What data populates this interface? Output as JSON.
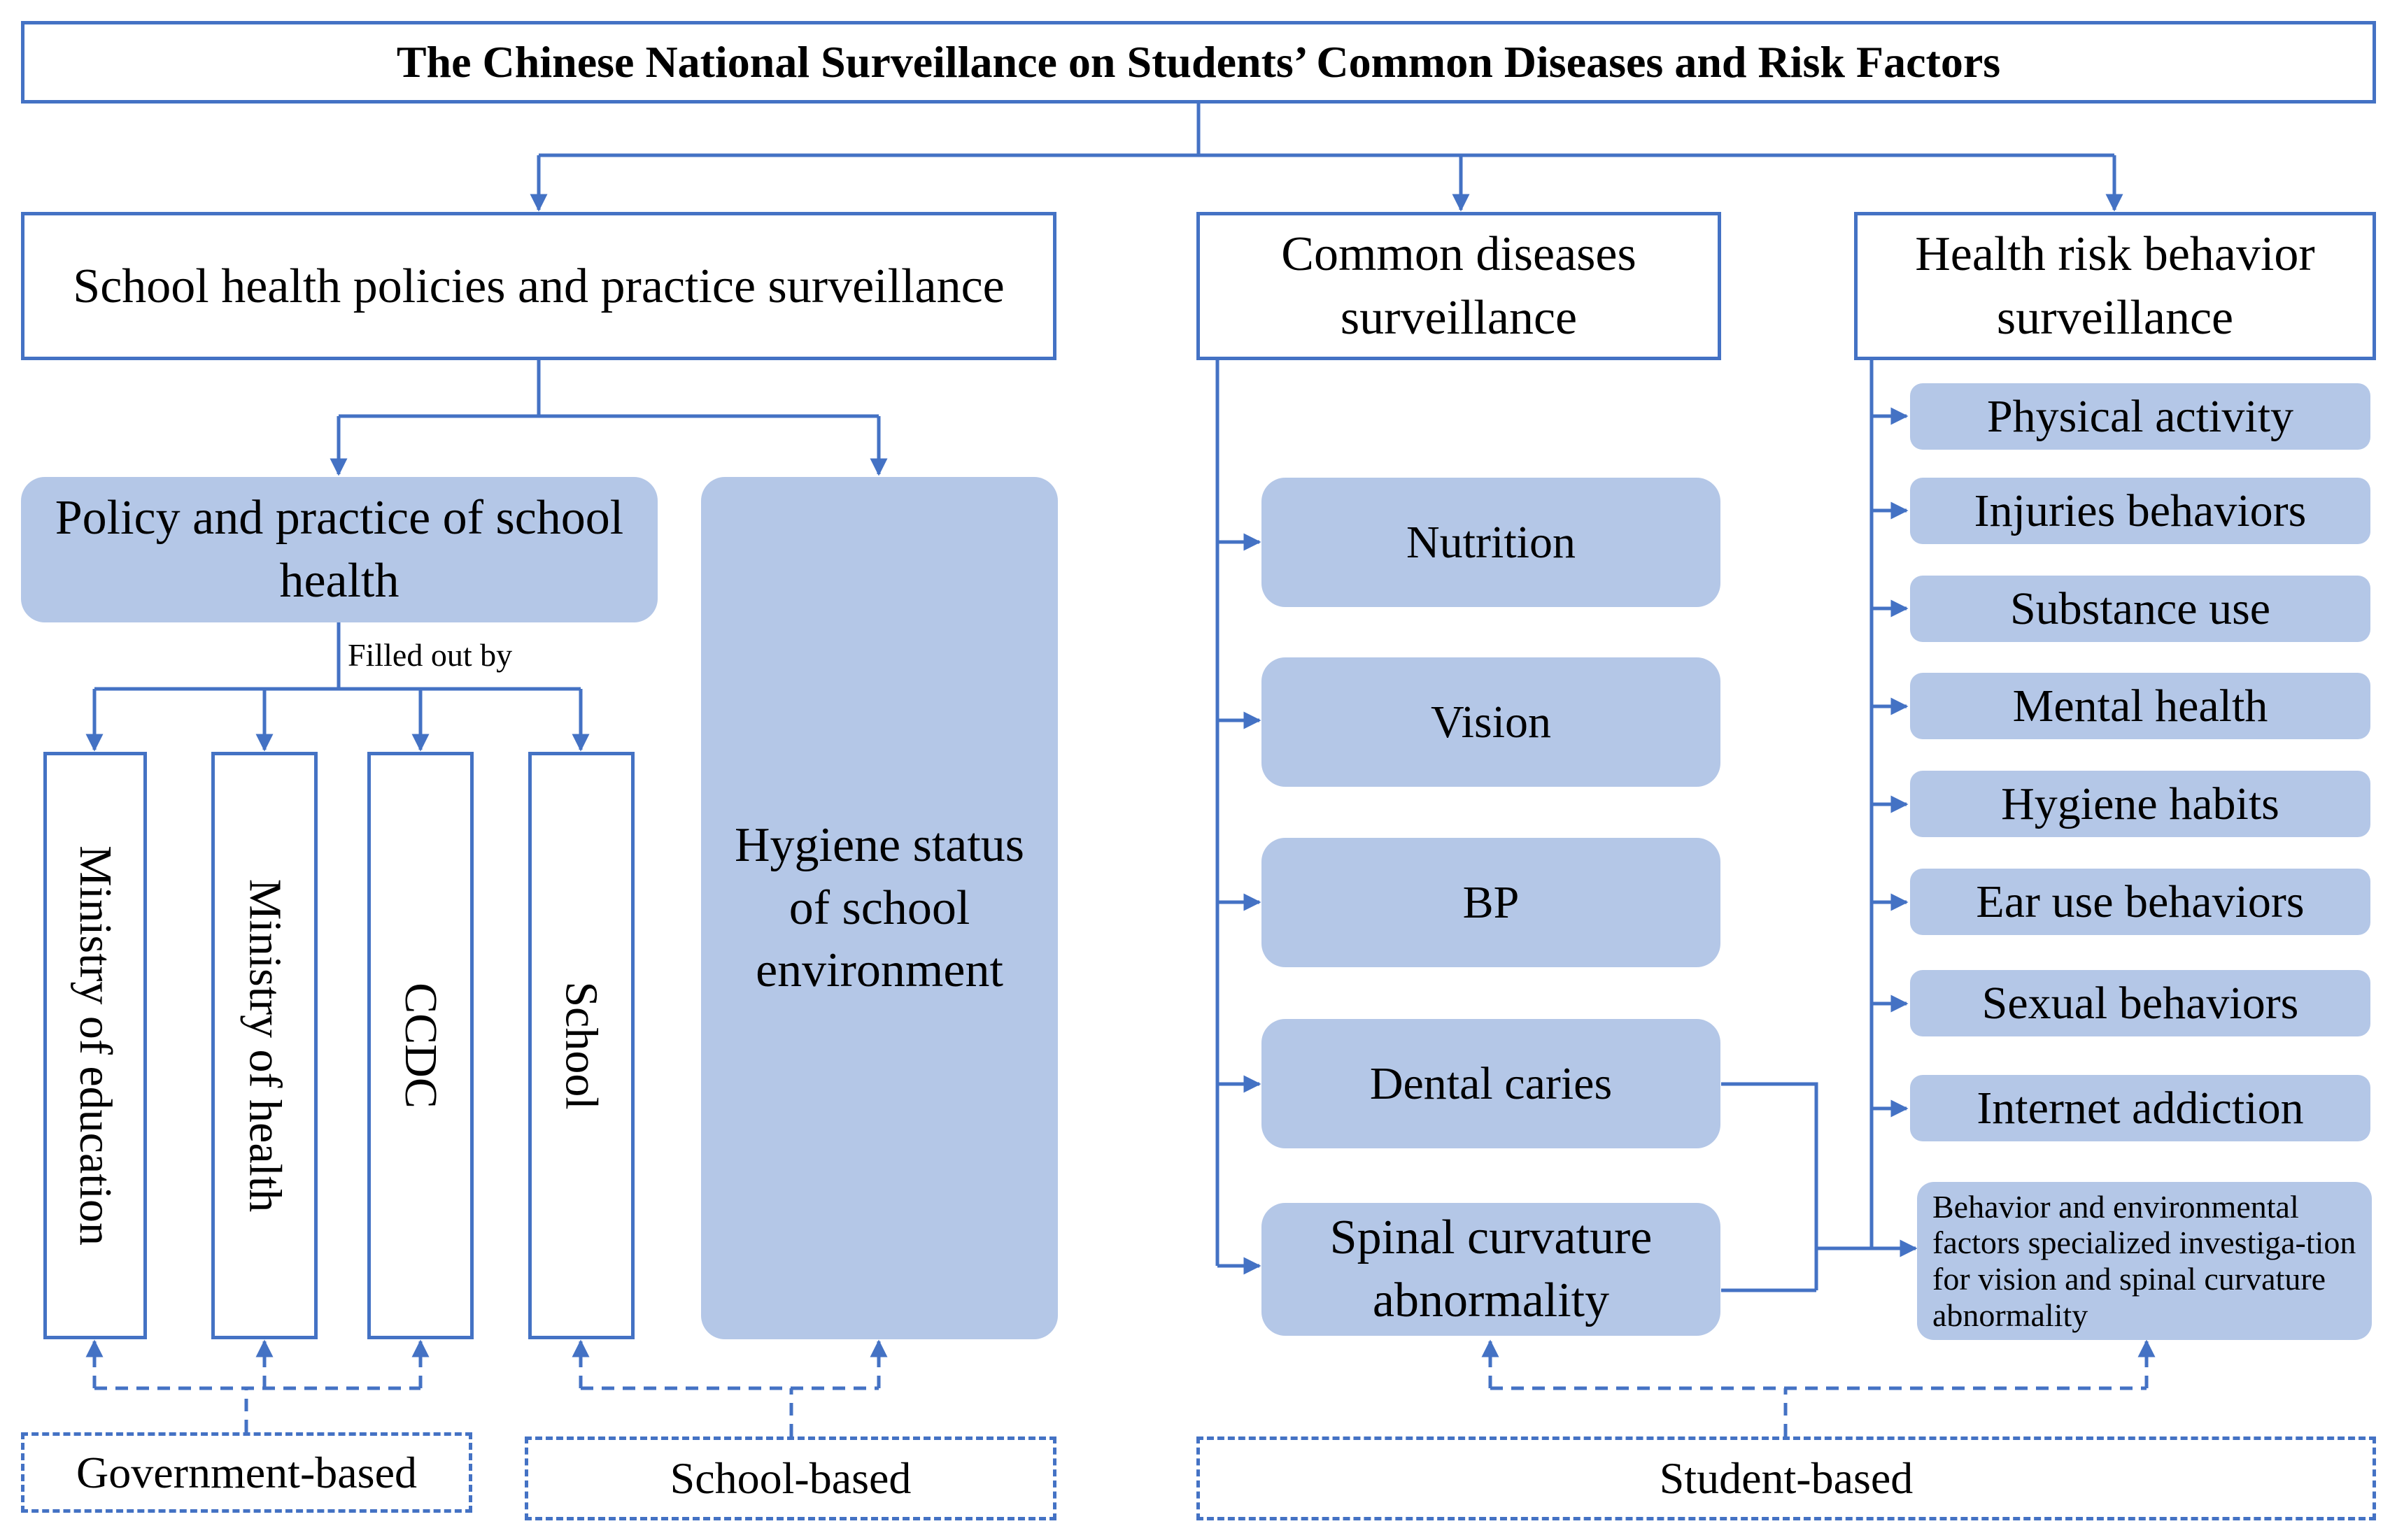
{
  "title": "The Chinese National Surveillance on Students’ Common Diseases and Risk Factors",
  "branches": {
    "school_policy": {
      "label": "School health policies and practice surveillance",
      "policy_box": "Policy and practice of school health",
      "filled_out_by": "Filled out by",
      "fillers": [
        "Ministry of education",
        "Ministry of health",
        "CCDC",
        "School"
      ],
      "hygiene": "Hygiene status of school environment"
    },
    "common_diseases": {
      "label": "Common diseases surveillance",
      "items": [
        "Nutrition",
        "Vision",
        "BP",
        "Dental caries",
        "Spinal curvature abnormality"
      ]
    },
    "risk_behavior": {
      "label": "Health risk behavior surveillance",
      "items": [
        "Physical activity",
        "Injuries behaviors",
        "Substance use",
        "Mental health",
        "Hygiene habits",
        "Ear use behaviors",
        "Sexual behaviors",
        "Internet addiction"
      ],
      "special": "Behavior and environmental factors specialized investiga-tion for vision and spinal curvature abnormality"
    }
  },
  "bases": [
    "Government-based",
    "School-based",
    "Student-based"
  ],
  "colors": {
    "stroke": "#4472c4",
    "fill": "#b4c7e7",
    "text": "#000000"
  }
}
